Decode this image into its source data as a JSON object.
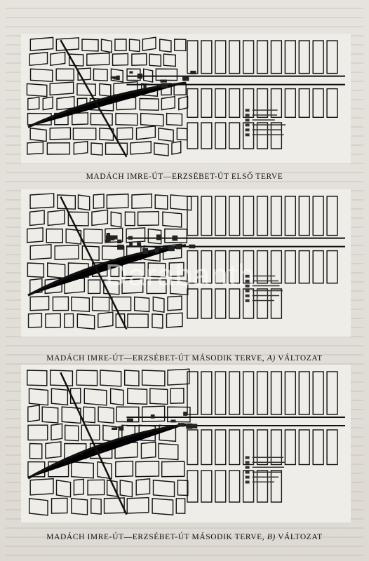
{
  "plans": [
    {
      "caption_main": "MADÁCH IMRE-ÚT—ERZSÉBET-ÚT ELSŐ TERVE",
      "caption_variant": "",
      "caption_suffix": ""
    },
    {
      "caption_main": "MADÁCH IMRE-ÚT—ERZSÉBET-ÚT MÁSODIK TERVE,",
      "caption_variant": "A)",
      "caption_suffix": "VÁLTOZAT"
    },
    {
      "caption_main": "MADÁCH IMRE-ÚT—ERZSÉBET-ÚT MÁSODIK TERVE,",
      "caption_variant": "B)",
      "caption_suffix": "VÁLTOZAT"
    }
  ],
  "watermark": "Darabanth",
  "icons": [
    "city-plan-map"
  ]
}
